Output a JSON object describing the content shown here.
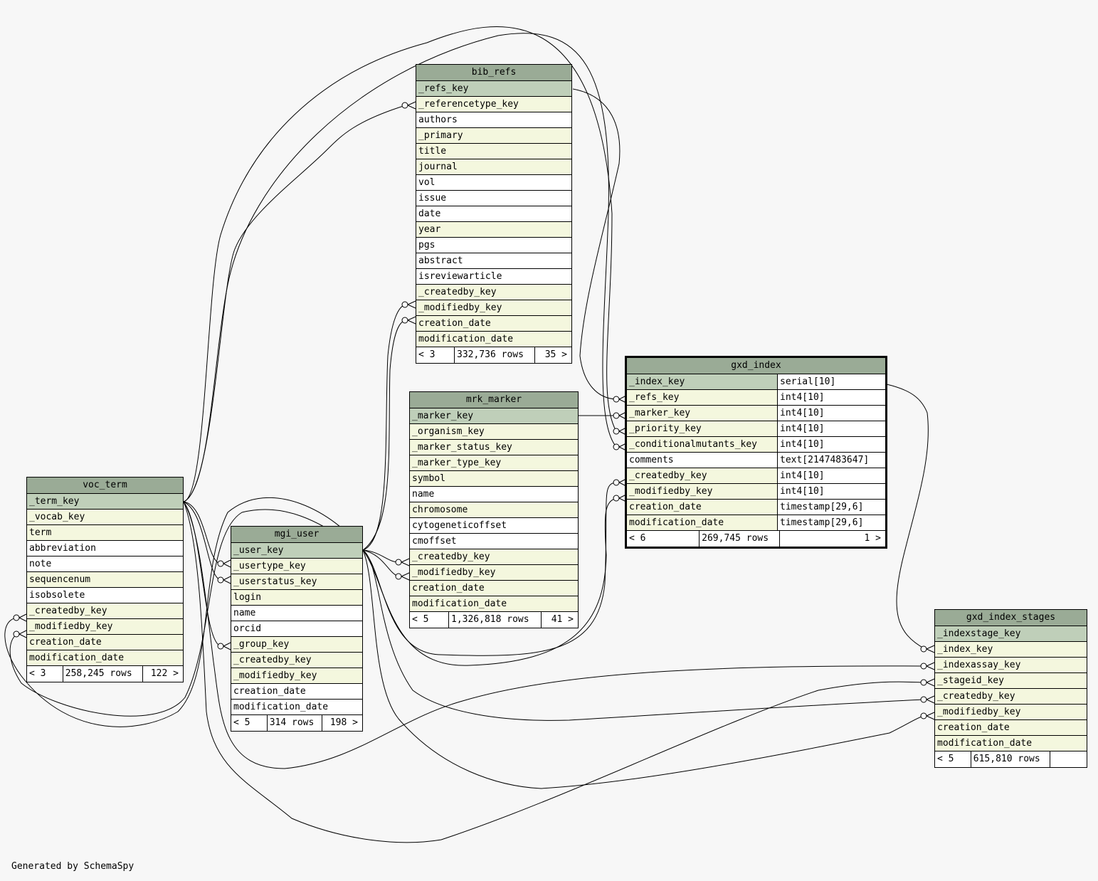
{
  "credit": "Generated by SchemaSpy",
  "tables": {
    "bib_refs": {
      "name": "bib_refs",
      "columns": [
        {
          "name": "_refs_key",
          "kind": "pk"
        },
        {
          "name": "_referencetype_key",
          "kind": "fk"
        },
        {
          "name": "authors",
          "kind": "plain"
        },
        {
          "name": "_primary",
          "kind": "fk"
        },
        {
          "name": "title",
          "kind": "fk"
        },
        {
          "name": "journal",
          "kind": "fk"
        },
        {
          "name": "vol",
          "kind": "plain"
        },
        {
          "name": "issue",
          "kind": "plain"
        },
        {
          "name": "date",
          "kind": "plain"
        },
        {
          "name": "year",
          "kind": "fk"
        },
        {
          "name": "pgs",
          "kind": "plain"
        },
        {
          "name": "abstract",
          "kind": "plain"
        },
        {
          "name": "isreviewarticle",
          "kind": "plain"
        },
        {
          "name": "_createdby_key",
          "kind": "fk"
        },
        {
          "name": "_modifiedby_key",
          "kind": "fk"
        },
        {
          "name": "creation_date",
          "kind": "fk"
        },
        {
          "name": "modification_date",
          "kind": "fk"
        }
      ],
      "footer": {
        "parents": "< 3",
        "rows": "332,736 rows",
        "children": "35 >"
      }
    },
    "mrk_marker": {
      "name": "mrk_marker",
      "columns": [
        {
          "name": "_marker_key",
          "kind": "pk"
        },
        {
          "name": "_organism_key",
          "kind": "fk"
        },
        {
          "name": "_marker_status_key",
          "kind": "fk"
        },
        {
          "name": "_marker_type_key",
          "kind": "fk"
        },
        {
          "name": "symbol",
          "kind": "fk"
        },
        {
          "name": "name",
          "kind": "plain"
        },
        {
          "name": "chromosome",
          "kind": "fk"
        },
        {
          "name": "cytogeneticoffset",
          "kind": "plain"
        },
        {
          "name": "cmoffset",
          "kind": "plain"
        },
        {
          "name": "_createdby_key",
          "kind": "fk"
        },
        {
          "name": "_modifiedby_key",
          "kind": "fk"
        },
        {
          "name": "creation_date",
          "kind": "fk"
        },
        {
          "name": "modification_date",
          "kind": "fk"
        }
      ],
      "footer": {
        "parents": "< 5",
        "rows": "1,326,818 rows",
        "children": "41 >"
      }
    },
    "gxd_index": {
      "name": "gxd_index",
      "columns": [
        {
          "name": "_index_key",
          "type": "serial[10]",
          "kind": "pk"
        },
        {
          "name": "_refs_key",
          "type": "int4[10]",
          "kind": "fk"
        },
        {
          "name": "_marker_key",
          "type": "int4[10]",
          "kind": "fk"
        },
        {
          "name": "_priority_key",
          "type": "int4[10]",
          "kind": "fk"
        },
        {
          "name": "_conditionalmutants_key",
          "type": "int4[10]",
          "kind": "fk"
        },
        {
          "name": "comments",
          "type": "text[2147483647]",
          "kind": "plain"
        },
        {
          "name": "_createdby_key",
          "type": "int4[10]",
          "kind": "fk"
        },
        {
          "name": "_modifiedby_key",
          "type": "int4[10]",
          "kind": "fk"
        },
        {
          "name": "creation_date",
          "type": "timestamp[29,6]",
          "kind": "fk"
        },
        {
          "name": "modification_date",
          "type": "timestamp[29,6]",
          "kind": "fk"
        }
      ],
      "footer": {
        "parents": "< 6",
        "rows": "269,745 rows",
        "children": "1 >"
      }
    },
    "voc_term": {
      "name": "voc_term",
      "columns": [
        {
          "name": "_term_key",
          "kind": "pk"
        },
        {
          "name": "_vocab_key",
          "kind": "fk"
        },
        {
          "name": "term",
          "kind": "fk"
        },
        {
          "name": "abbreviation",
          "kind": "plain"
        },
        {
          "name": "note",
          "kind": "plain"
        },
        {
          "name": "sequencenum",
          "kind": "fk"
        },
        {
          "name": "isobsolete",
          "kind": "plain"
        },
        {
          "name": "_createdby_key",
          "kind": "fk"
        },
        {
          "name": "_modifiedby_key",
          "kind": "fk"
        },
        {
          "name": "creation_date",
          "kind": "fk"
        },
        {
          "name": "modification_date",
          "kind": "fk"
        }
      ],
      "footer": {
        "parents": "< 3",
        "rows": "258,245 rows",
        "children": "122 >"
      }
    },
    "mgi_user": {
      "name": "mgi_user",
      "columns": [
        {
          "name": "_user_key",
          "kind": "pk"
        },
        {
          "name": "_usertype_key",
          "kind": "fk"
        },
        {
          "name": "_userstatus_key",
          "kind": "fk"
        },
        {
          "name": "login",
          "kind": "fk"
        },
        {
          "name": "name",
          "kind": "plain"
        },
        {
          "name": "orcid",
          "kind": "plain"
        },
        {
          "name": "_group_key",
          "kind": "fk"
        },
        {
          "name": "_createdby_key",
          "kind": "fk"
        },
        {
          "name": "_modifiedby_key",
          "kind": "fk"
        },
        {
          "name": "creation_date",
          "kind": "plain"
        },
        {
          "name": "modification_date",
          "kind": "plain"
        }
      ],
      "footer": {
        "parents": "< 5",
        "rows": "314 rows",
        "children": "198 >"
      }
    },
    "gxd_index_stages": {
      "name": "gxd_index_stages",
      "columns": [
        {
          "name": "_indexstage_key",
          "kind": "pk"
        },
        {
          "name": "_index_key",
          "kind": "fk"
        },
        {
          "name": "_indexassay_key",
          "kind": "fk"
        },
        {
          "name": "_stageid_key",
          "kind": "fk"
        },
        {
          "name": "_createdby_key",
          "kind": "fk"
        },
        {
          "name": "_modifiedby_key",
          "kind": "fk"
        },
        {
          "name": "creation_date",
          "kind": "fk"
        },
        {
          "name": "modification_date",
          "kind": "fk"
        }
      ],
      "footer": {
        "parents": "< 5",
        "rows": "615,810 rows",
        "children": ""
      }
    }
  }
}
